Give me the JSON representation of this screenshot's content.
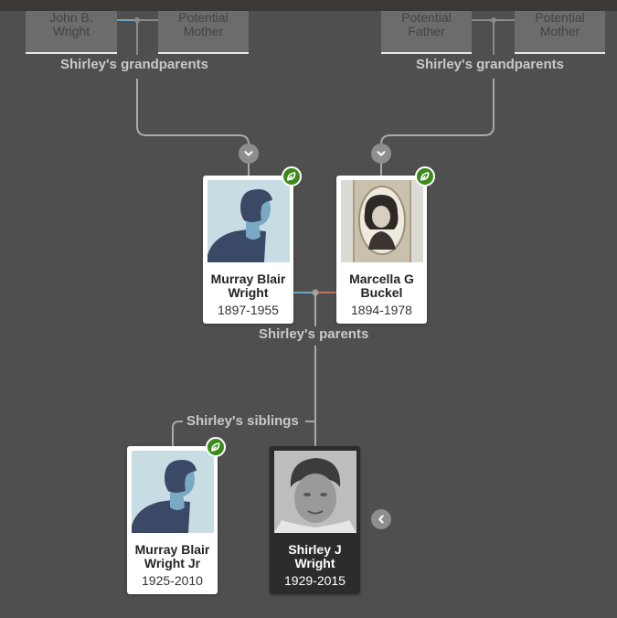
{
  "grandparents_left": {
    "grandfather": {
      "first": "John B.",
      "last": "Wright"
    },
    "grandmother": {
      "first": "Potential",
      "last": "Mother"
    },
    "label": "Shirley's grandparents"
  },
  "grandparents_right": {
    "grandfather": {
      "first": "Potential",
      "last": "Father"
    },
    "grandmother": {
      "first": "Potential",
      "last": "Mother"
    },
    "label": "Shirley's grandparents"
  },
  "parents": {
    "label": "Shirley's parents",
    "father": {
      "name_line1": "Murray Blair",
      "name_line2": "Wright",
      "dates": "1897-1955"
    },
    "mother": {
      "name_line1": "Marcella G",
      "name_line2": "Buckel",
      "dates": "1894-1978"
    }
  },
  "siblings": {
    "label": "Shirley's siblings",
    "sibling": {
      "name_line1": "Murray Blair",
      "name_line2": "Wright Jr",
      "dates": "1925-2010"
    }
  },
  "focus": {
    "name_line1": "Shirley J",
    "name_line2": "Wright",
    "dates": "1929-2015"
  },
  "icons": {
    "hint": "leaf-icon",
    "expand": "chevron-down-icon",
    "collapse": "chevron-left-icon"
  },
  "colors": {
    "background": "#4f4f4f",
    "hint_green": "#3c8a1c",
    "male_line": "#6fa3c0",
    "female_line": "#c2715a",
    "focus_card": "#2c2c2c"
  }
}
